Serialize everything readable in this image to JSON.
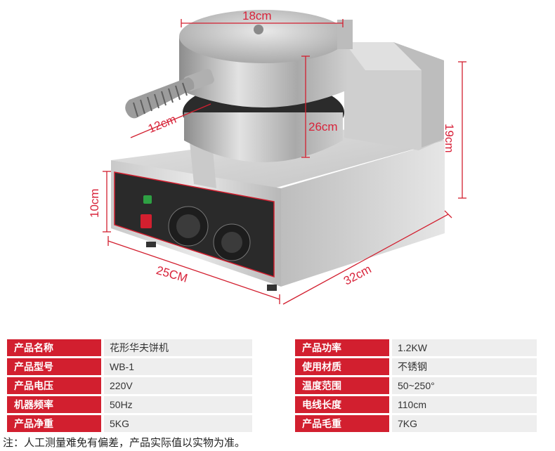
{
  "dimensions": {
    "top_diameter": "18cm",
    "handle_length": "12cm",
    "plate_diameter": "26cm",
    "height": "19cm",
    "base_height": "10cm",
    "width": "25CM",
    "depth": "32cm"
  },
  "specs_left": [
    {
      "label": "产品名称",
      "value": "花形华夫饼机"
    },
    {
      "label": "产品型号",
      "value": "WB-1"
    },
    {
      "label": "产品电压",
      "value": "220V"
    },
    {
      "label": "机器频率",
      "value": "50Hz"
    },
    {
      "label": "产品净重",
      "value": "5KG"
    }
  ],
  "specs_right": [
    {
      "label": "产品功率",
      "value": "1.2KW"
    },
    {
      "label": "使用材质",
      "value": "不锈钢"
    },
    {
      "label": "温度范围",
      "value": "50~250°"
    },
    {
      "label": "电线长度",
      "value": "110cm"
    },
    {
      "label": "产品毛重",
      "value": "7KG"
    }
  ],
  "note": "注：人工测量难免有偏差，产品实际值以实物为准。",
  "colors": {
    "accent": "#d21f2f",
    "value_bg": "#eeeeee"
  }
}
